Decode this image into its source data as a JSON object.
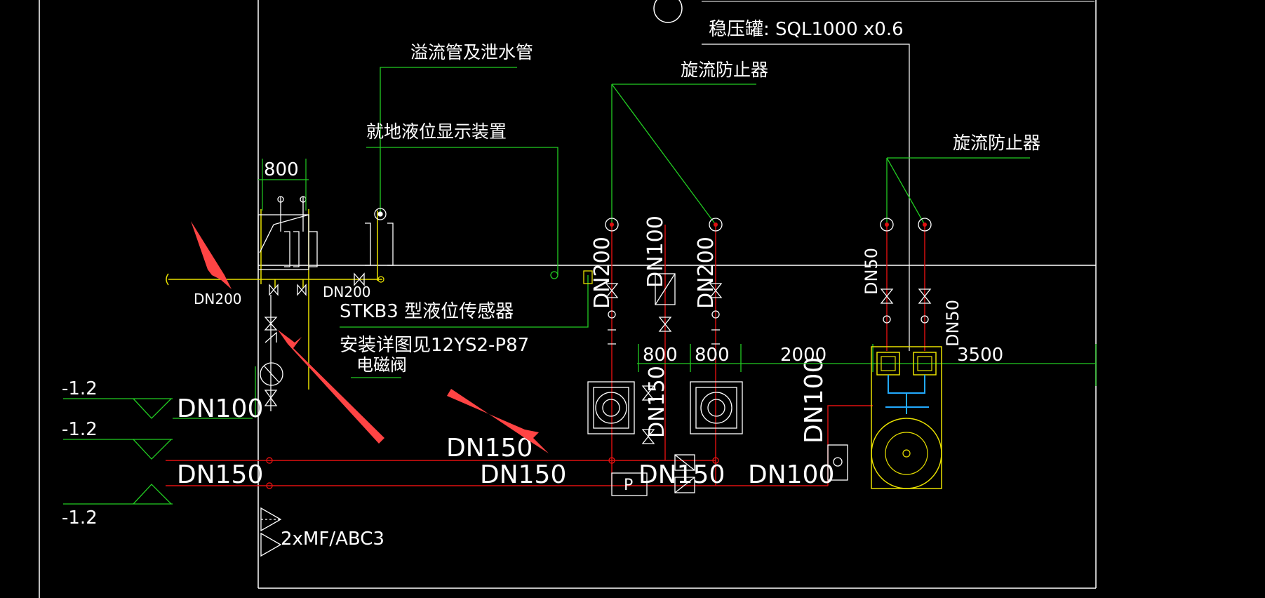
{
  "colors": {
    "background": "#000000",
    "frame": "#ffffff",
    "pipe_main": "#e01010",
    "pipe_green": "#22cc22",
    "pipe_yellow": "#e8e000",
    "pipe_cyan": "#22aaff",
    "annotation_arrow": "#ff4444"
  },
  "labels": {
    "top_cut_text": "稳压罐: SQL1000 x0.6",
    "overflow_pipe": "溢流管及泄水管",
    "vortex_1": "旋流防止器",
    "vortex_2": "旋流防止器",
    "local_level": "就地液位显示装置",
    "sensor": "STKB3 型液位传感器",
    "install_ref": "安装详图见12YS2-P87",
    "solenoid_valve": "电磁阀",
    "extinguisher": "2xMF/ABC3",
    "pump_p": "P"
  },
  "dimensions": {
    "d800_top": "800",
    "d800_a": "800",
    "d800_b": "800",
    "d2000": "2000",
    "d3500": "3500"
  },
  "pipe_sizes": {
    "dn200_left": "DN200",
    "dn200_inlet": "DN200",
    "dn200_v1": "DN200",
    "dn100_v": "DN100",
    "dn200_v2": "DN200",
    "dn50_a": "DN50",
    "dn50_b": "DN50",
    "dn100_left": "DN100",
    "dn150_left": "DN150",
    "dn150_upper": "DN150",
    "dn150_mid": "DN150",
    "dn150_right": "DN150",
    "dn150_vertical": "DN150",
    "dn100_bottom": "DN100",
    "dn100_tank": "DN100"
  },
  "levels": {
    "l1": "-1.2",
    "l2": "-1.2",
    "l3": "-1.2"
  }
}
